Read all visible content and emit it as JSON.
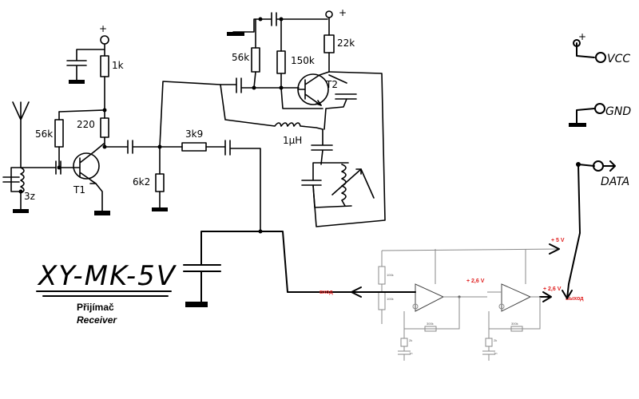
{
  "title": "XY-MK-5V",
  "caption_cz": "Přijímač",
  "caption_en": "Receiver",
  "pins": {
    "vcc": "VCC",
    "gnd": "GND",
    "data": "DATA"
  },
  "labels": {
    "r_56k_left": "56k",
    "r_220": "220",
    "r_1k": "1k",
    "r_3k9": "3k9",
    "r_6k2": "6k2",
    "r_56k_top": "56k",
    "r_150k": "150k",
    "r_22k": "22k",
    "l_1uH": "1μH",
    "t1": "T1",
    "t2": "T2",
    "xtal": "3z",
    "plus": "+"
  },
  "opamp": {
    "plus5v": "+ 5 V",
    "plus26v_a": "+ 2,6 V",
    "plus26v_b": "+ 2,6 V",
    "vhod": "вход",
    "vyhod": "выход",
    "r_top": "100k",
    "r_bot": "100k",
    "r_fb1": "300k",
    "r_fb2": "300k",
    "r_a1": "2k",
    "r_a2": "2k",
    "c_a1": "1n",
    "c_a2": "1n"
  }
}
